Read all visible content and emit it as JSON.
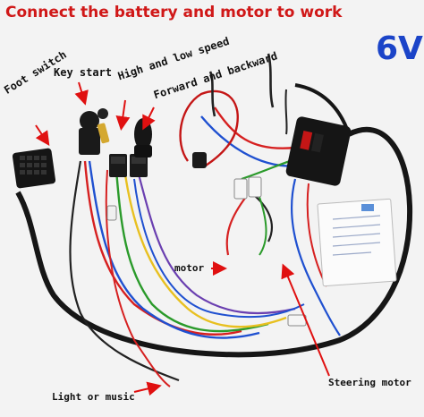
{
  "header": {
    "title": "Connect the battery and motor to work",
    "voltage": "6V"
  },
  "labels": {
    "foot_switch": "Foot switch",
    "key_start": "Key start",
    "high_low_speed": "High and low speed",
    "forward_backward": "Forward and backward",
    "motor": "motor",
    "light_or_music": "Light or music",
    "steering_motor": "Steering motor"
  },
  "colors": {
    "title": "#d01818",
    "voltage": "#1b44c8",
    "arrow": "#e01010"
  }
}
